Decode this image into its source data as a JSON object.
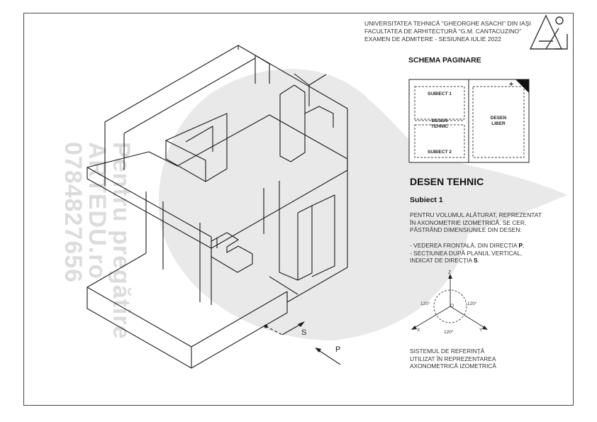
{
  "header": {
    "line1": "UNIVERSITATEA TEHNICĂ \"GHEORGHE ASACHI\" DIN IAȘI",
    "line2": "FACULTATEA  DE  ARHITECTURĂ \"G.M. CANTACUZINO\"",
    "line3": "EXAMEN DE ADMITERE  -  SESIUNEA IULIE 2022"
  },
  "watermark": {
    "line1": "Pentru pregătire",
    "line2": "ARTEDU.ro",
    "line3": "0784827656"
  },
  "layout_schema": {
    "title": "SCHEMA PAGINARE",
    "subiect1": "SUBIECT 1",
    "desen_tehnic_1": "DESEN",
    "desen_tehnic_2": "TEHNIC",
    "subiect2": "SUBIECT 2",
    "desen_liber_1": "DESEN",
    "desen_liber_2": "LIBER",
    "plus": "+"
  },
  "section": {
    "title": "DESEN TEHNIC",
    "subject": "Subiect 1",
    "intro1": "PENTRU VOLUMUL ALĂTURAT, REPREZENTAT",
    "intro2": "ÎN AXONOMETRIE IZOMETRICĂ, SE CER,",
    "intro3": "PĂSTRÂND DIMENSIUNILE DIN DESEN:",
    "task1_text": "- VEDEREA FRONTALĂ, DIN DIRECȚIA ",
    "task1_dir": "P",
    "task1_end": ";",
    "task2_text": "- SECȚIUNEA DUPĂ PLANUL VERTICAL,",
    "task2_text2": "INDICAT DE DIRECȚIA ",
    "task2_dir": "S",
    "task2_end": "."
  },
  "axes": {
    "z": "Z",
    "x": "X",
    "y": "Y",
    "origin": "O",
    "angle_left": "120°",
    "angle_right": "120°",
    "angle_bottom": "120°",
    "caption1": "SISTEMUL DE REFERINȚĂ",
    "caption2": "UTILIZAT ÎN REPREZENTAREA",
    "caption3": "AXONOMETRICĂ IZOMETRICĂ"
  },
  "directions": {
    "s": "S",
    "p": "P"
  },
  "colors": {
    "line": "#1a1a1a",
    "watermark": "#e3e3e3"
  }
}
